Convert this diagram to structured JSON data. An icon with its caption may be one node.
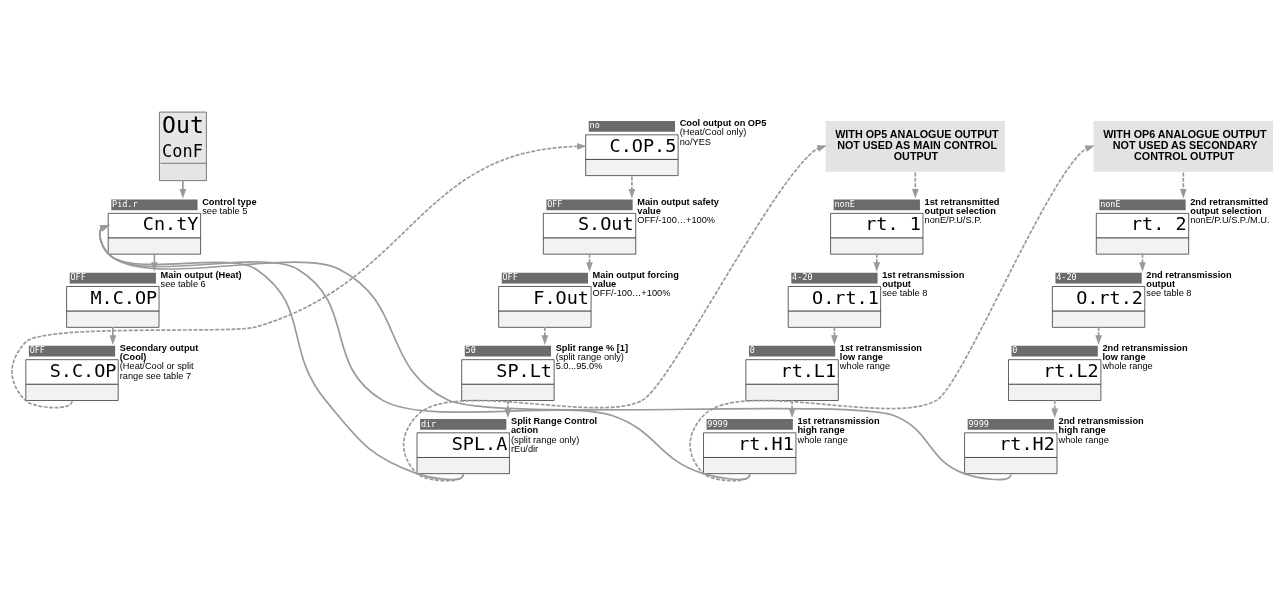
{
  "diagram": {
    "nodes": [
      {
        "text": [
          "Out",
          "ConF"
        ]
      },
      {
        "text": [
          "Pid.r",
          "Cn.tY"
        ],
        "beside": [
          "Control type",
          "see table 5"
        ]
      },
      {
        "text": [
          "OFF",
          "M.C.OP"
        ],
        "beside": [
          "Main output (Heat)",
          "see table 6"
        ]
      },
      {
        "text": [
          "OFF",
          "S.C.OP"
        ],
        "beside": [
          "Secondary output (Cool)",
          "(Heat/Cool or split range see table 7"
        ]
      },
      {
        "text": [
          "no",
          "C.OP.5"
        ],
        "beside": [
          "Cool output on OP5",
          "(Heat/Cool only)",
          "no/YES"
        ]
      },
      {
        "text": [
          "OFF",
          "S.Out"
        ],
        "beside": [
          "Main output safety value",
          "OFF/-100…+100%"
        ]
      },
      {
        "text": [
          "OFF",
          "F.Out"
        ],
        "beside": [
          "Main output forcing value",
          "OFF/-100…+100%"
        ]
      },
      {
        "text": [
          "50",
          "SP.Lt"
        ],
        "beside": [
          "Split range % [1]",
          "(split range only)",
          "5.0...95.0%"
        ]
      },
      {
        "text": [
          "dir",
          "SPL.A"
        ],
        "beside": [
          "Split Range Control action",
          "(split range only)",
          "rEu/dir"
        ]
      },
      {
        "text": [
          "WITH OP5 ANALOGUE OUTPUT NOT USED AS MAIN CONTROL OUTPUT"
        ]
      },
      {
        "text": [
          "nonE",
          "rt. 1"
        ],
        "beside": [
          "1st retransmitted output selection",
          "nonE/P.U/S.P."
        ]
      },
      {
        "text": [
          "4-20",
          "O.rt.1"
        ],
        "beside": [
          "1st retransmission output",
          "see table 8"
        ]
      },
      {
        "text": [
          "0",
          "rt.L1"
        ],
        "beside": [
          "1st retransmission low range",
          "whole range"
        ]
      },
      {
        "text": [
          "9999",
          "rt.H1"
        ],
        "beside": [
          "1st retransmission high range",
          "whole range"
        ]
      },
      {
        "text": [
          "WITH OP6 ANALOGUE OUTPUT NOT USED AS SECONDARY CONTROL OUTPUT"
        ]
      },
      {
        "text": [
          "nonE",
          "rt. 2"
        ],
        "beside": [
          "2nd retransmitted output selection",
          "nonE/P.U/S.P./M.U."
        ]
      },
      {
        "text": [
          "4-20",
          "O.rt.2"
        ],
        "beside": [
          "2nd retransmission output",
          "see table 8"
        ]
      },
      {
        "text": [
          "0",
          "rt.L2"
        ],
        "beside": [
          "2nd retransmission low range",
          "whole range"
        ]
      },
      {
        "text": [
          "9999",
          "rt.H2"
        ],
        "beside": [
          "2nd retransmission high range",
          "whole range"
        ]
      }
    ],
    "edges": [
      {
        "from": 0,
        "to": 1,
        "arrow": "to"
      },
      {
        "from": 1,
        "to": 2,
        "arrow": "to"
      },
      {
        "from": 2,
        "to": 3,
        "arrow": "to"
      },
      {
        "from": 3,
        "to": 4,
        "arrow": "to",
        "style": "dashed"
      },
      {
        "from": 4,
        "to": 5,
        "arrow": "to",
        "style": "dashed"
      },
      {
        "from": 5,
        "to": 6,
        "arrow": "to",
        "style": "dashed"
      },
      {
        "from": 6,
        "to": 7,
        "arrow": "to",
        "style": "dashed"
      },
      {
        "from": 7,
        "to": 8,
        "arrow": "to",
        "style": "dashed"
      },
      {
        "from": 8,
        "to": 9,
        "arrow": "to",
        "style": "dashed"
      },
      {
        "from": 8,
        "to": 1,
        "arrow": "to"
      },
      {
        "from": 9,
        "to": 10,
        "arrow": "to",
        "style": "dashed"
      },
      {
        "from": 10,
        "to": 11,
        "arrow": "to",
        "style": "dashed"
      },
      {
        "from": 11,
        "to": 12,
        "arrow": "to",
        "style": "dashed"
      },
      {
        "from": 12,
        "to": 13,
        "arrow": "to",
        "style": "dashed"
      },
      {
        "from": 13,
        "to": 14,
        "arrow": "to",
        "style": "dashed"
      },
      {
        "from": 13,
        "to": 1,
        "arrow": "to"
      },
      {
        "from": 14,
        "to": 15,
        "arrow": "to",
        "style": "dashed"
      },
      {
        "from": 15,
        "to": 16,
        "arrow": "to",
        "style": "dashed"
      },
      {
        "from": 16,
        "to": 17,
        "arrow": "to",
        "style": "dashed"
      },
      {
        "from": 17,
        "to": 18,
        "arrow": "to",
        "style": "dashed"
      },
      {
        "from": 18,
        "to": 1,
        "arrow": "to"
      }
    ]
  }
}
